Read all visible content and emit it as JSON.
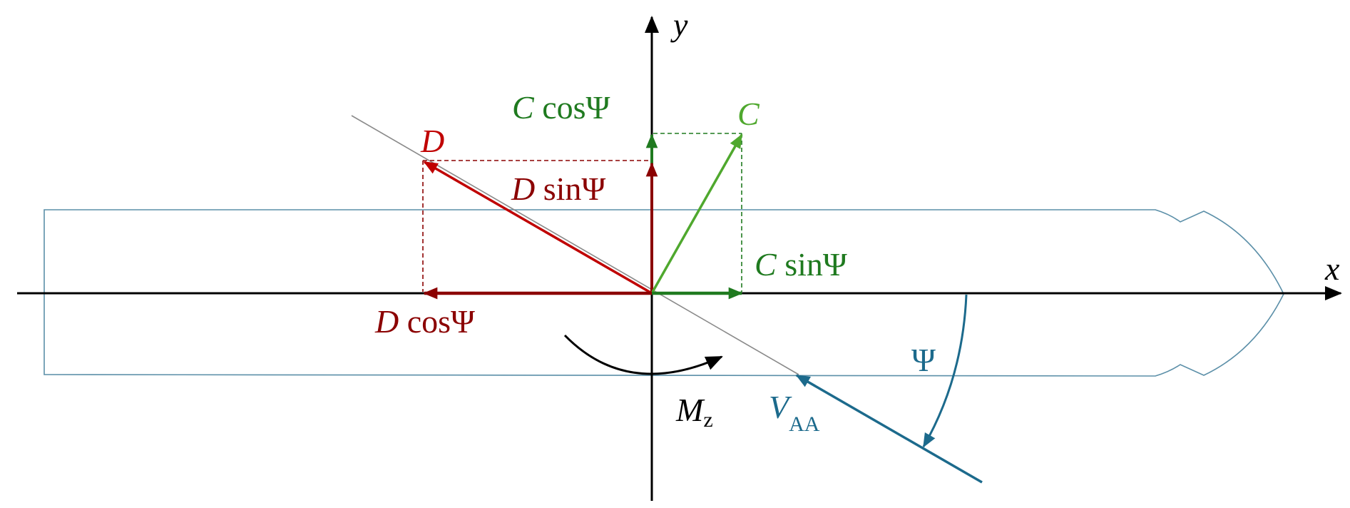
{
  "axes": {
    "x_label": "x",
    "y_label": "y"
  },
  "labels": {
    "c_cos": {
      "sym": "C",
      "fn": "cosΨ"
    },
    "c": {
      "sym": "C"
    },
    "d": {
      "sym": "D"
    },
    "d_sin": {
      "sym": "D",
      "fn": "sinΨ"
    },
    "c_sin": {
      "sym": "C",
      "fn": "sinΨ"
    },
    "d_cos": {
      "sym": "D",
      "fn": "cosΨ"
    },
    "psi": "Ψ",
    "mz": {
      "sym": "M",
      "sub": "z"
    },
    "vaa": {
      "sym": "V",
      "sub": "AA"
    }
  },
  "colors": {
    "axis": "#000000",
    "drag": "#c00000",
    "drag_dark": "#8b0000",
    "c_light": "#4fa82e",
    "c_dark": "#1f7a1f",
    "flow": "#1c6a8c",
    "hull": "#5b8fa8",
    "diag_line": "#8a8a8a"
  }
}
